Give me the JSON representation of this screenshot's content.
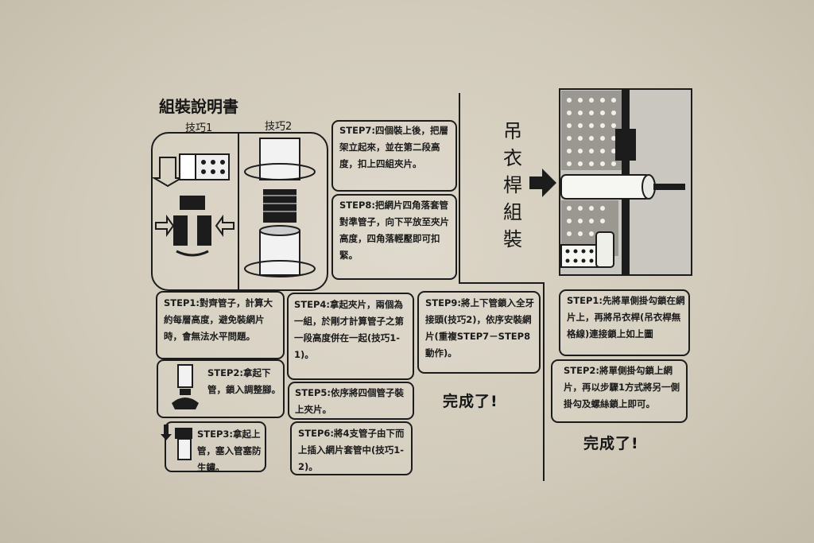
{
  "header": {
    "title": "組裝說明書",
    "tip1": "技巧1",
    "tip2": "技巧2"
  },
  "steps": {
    "step1": "STEP1:對齊管子，計算大約每層高度，避免裝網片時，會無法水平問題。",
    "step2": "STEP2:拿起下管，鎖入調整腳。",
    "step3": "STEP3:拿起上管，塞入管塞防生鏽。",
    "step4": "STEP4:拿起夾片，兩個為一組，於剛才計算管子之第一段高度併在一起(技巧1-1)。",
    "step5": "STEP5:依序將四個管子裝上夾片。",
    "step6": "STEP6:將4支管子由下而上插入網片套管中(技巧1-2)。",
    "step7": "STEP7:四個裝上後，把層架立起來，並在第二段高度，扣上四組夾片。",
    "step8": "STEP8:把網片四角落套管對準管子，向下平放至夾片高度，四角落輕壓即可扣緊。",
    "step9": "STEP9:將上下管鎖入全牙接頭(技巧2)，依序安裝網片(重複STEP7－STEP8動作)。"
  },
  "complete_label": "完成了!",
  "hanger": {
    "title": "吊衣桿組裝",
    "step1": "STEP1:先將單側掛勾鎖在網片上，再將吊衣桿(吊衣桿無格線)連接鎖上如上圖",
    "step2": "STEP2:將單側掛勾鎖上網片，再以步驟1方式將另一側掛勾及螺絲鎖上即可。",
    "complete_label": "完成了!"
  },
  "colors": {
    "background": "#d6d0c2",
    "ink": "#1c1c1c"
  }
}
